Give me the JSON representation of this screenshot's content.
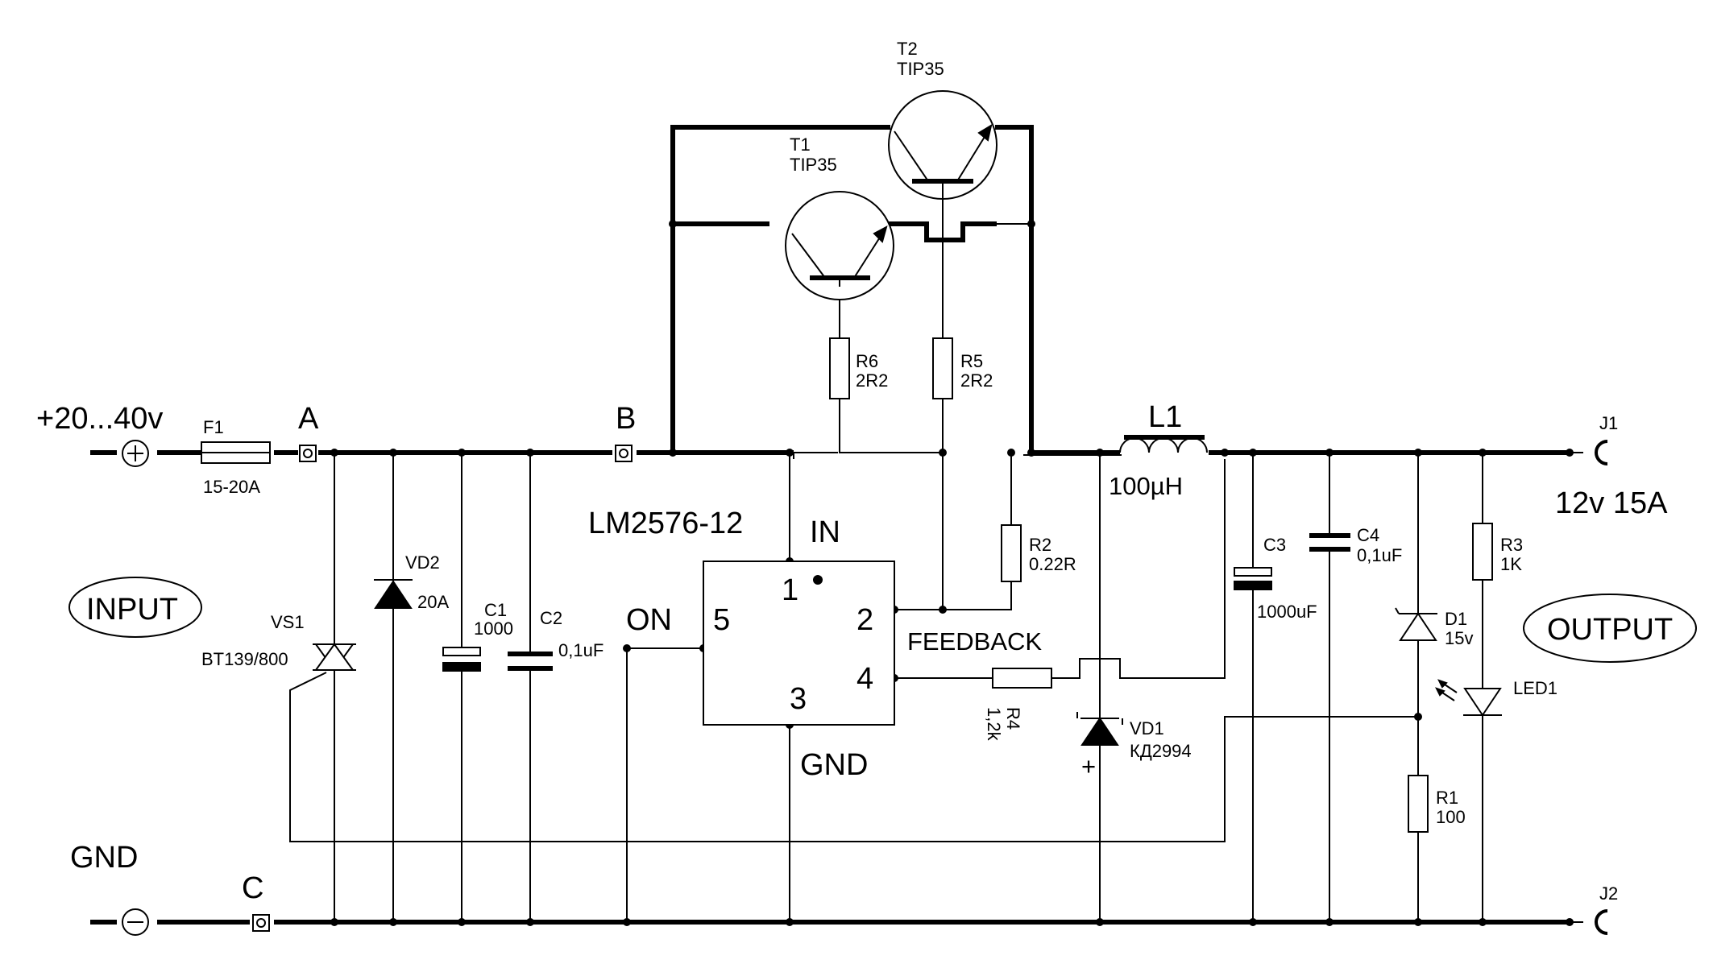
{
  "title": {
    "part": "LM2576-12"
  },
  "input": {
    "voltage": "+20...40v",
    "gnd": "GND",
    "ellipse": "INPUT"
  },
  "output": {
    "rating": "12v 15A",
    "ellipse": "OUTPUT"
  },
  "nodes": {
    "a": "A",
    "b": "B",
    "c": "C"
  },
  "ic": {
    "in": "IN",
    "gnd": "GND",
    "on": "ON",
    "feedback": "FEEDBACK",
    "pin1": "1",
    "pin2": "2",
    "pin3": "3",
    "pin4": "4",
    "pin5": "5"
  },
  "components": {
    "f1": {
      "ref": "F1",
      "value": "15-20A"
    },
    "vs1": {
      "ref": "VS1",
      "value": "BT139/800"
    },
    "vd2": {
      "ref": "VD2",
      "value": "20A"
    },
    "c1": {
      "ref": "C1",
      "value": "1000"
    },
    "c2": {
      "ref": "C2",
      "value": "0,1uF"
    },
    "t1": {
      "ref": "T1",
      "value": "TIP35"
    },
    "t2": {
      "ref": "T2",
      "value": "TIP35"
    },
    "r6": {
      "ref": "R6",
      "value": "2R2"
    },
    "r5": {
      "ref": "R5",
      "value": "2R2"
    },
    "r2": {
      "ref": "R2",
      "value": "0.22R"
    },
    "r4": {
      "ref": "R4",
      "value": "1,2k"
    },
    "l1": {
      "ref": "L1",
      "value": "100µH"
    },
    "vd1": {
      "ref": "VD1",
      "value": "КД2994",
      "polarity": "+"
    },
    "c3": {
      "ref": "C3",
      "value": "1000uF"
    },
    "c4": {
      "ref": "C4",
      "value": "0,1uF"
    },
    "d1": {
      "ref": "D1",
      "value": "15v"
    },
    "r3": {
      "ref": "R3",
      "value": "1K"
    },
    "led1": {
      "ref": "LED1"
    },
    "r1": {
      "ref": "R1",
      "value": "100"
    },
    "j1": {
      "ref": "J1"
    },
    "j2": {
      "ref": "J2"
    }
  }
}
